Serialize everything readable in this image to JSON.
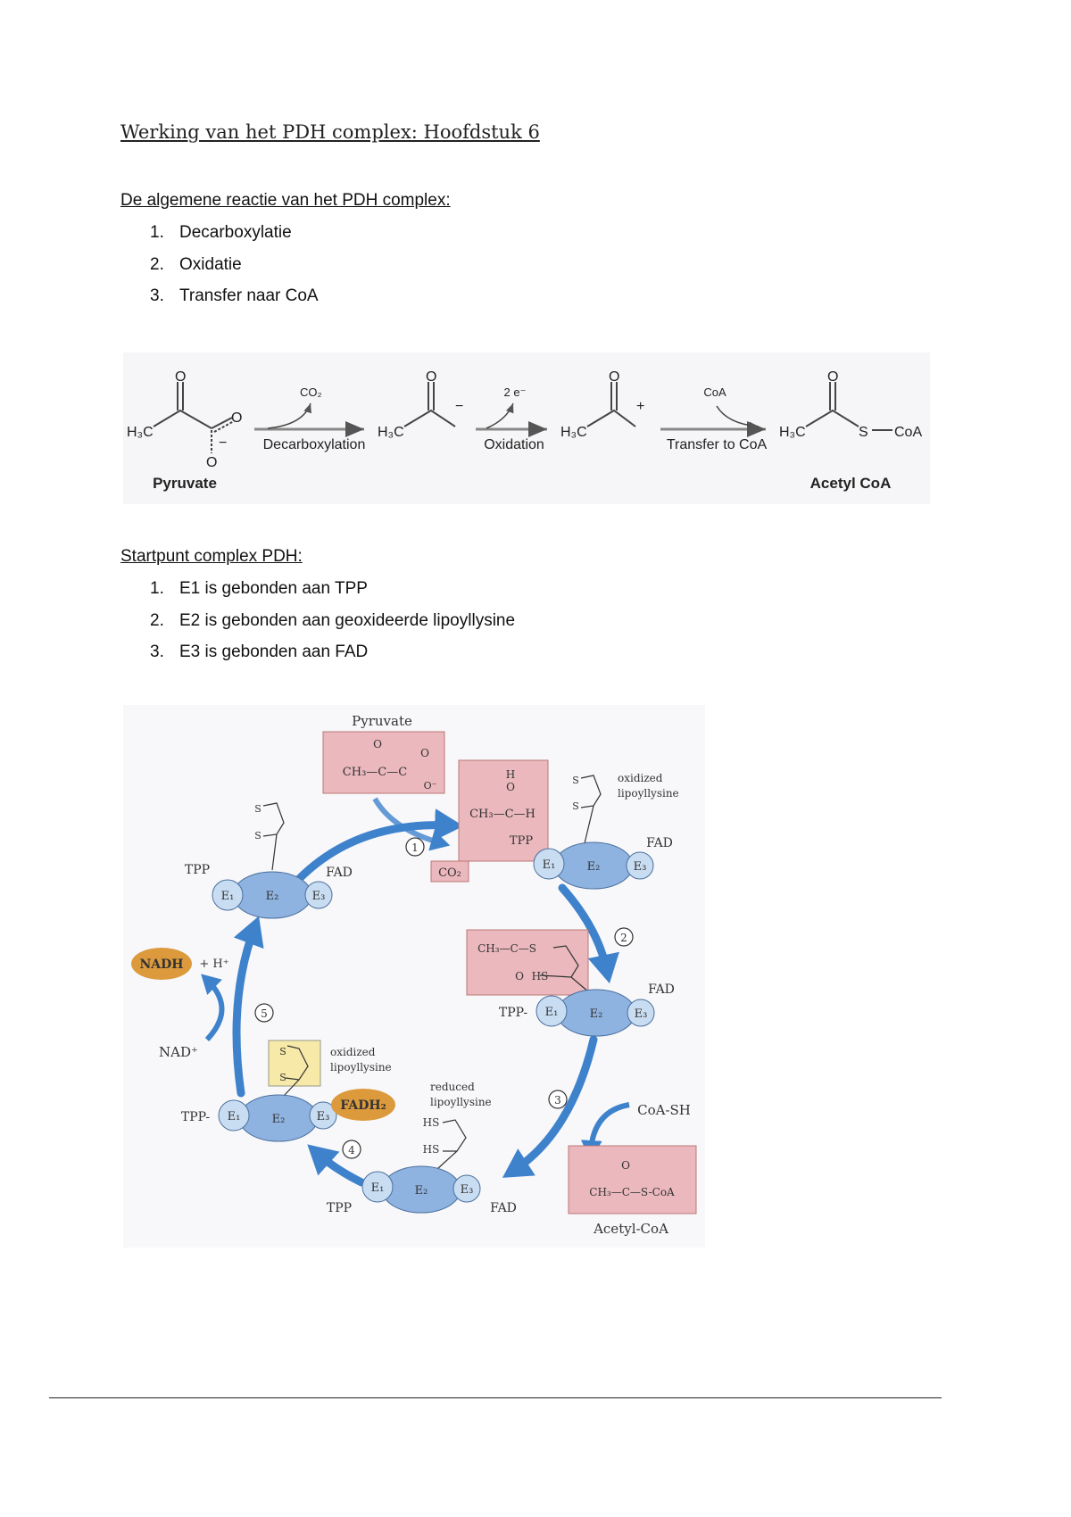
{
  "title": "Werking van het PDH complex: Hoofdstuk 6",
  "section1": {
    "heading": "De algemene reactie van het PDH complex:",
    "items": [
      {
        "num": "1.",
        "text": "Decarboxylatie"
      },
      {
        "num": "2.",
        "text": "Oxidatie"
      },
      {
        "num": "3.",
        "text": "Transfer naar CoA"
      }
    ]
  },
  "reaction": {
    "h3c": "H₃C",
    "o": "O",
    "minus": "−",
    "plus": "+",
    "s": "S",
    "coa_end": "CoA",
    "co2": "CO₂",
    "electrons": "2 e⁻",
    "coa": "CoA",
    "step1": "Decarboxylation",
    "step2": "Oxidation",
    "step3": "Transfer to CoA",
    "pyruvate": "Pyruvate",
    "acetyl_coa": "Acetyl CoA"
  },
  "section2": {
    "heading": "Startpunt complex PDH:",
    "items": [
      {
        "num": "1.",
        "text": "E1 is gebonden aan TPP"
      },
      {
        "num": "2.",
        "text": "E2 is gebonden aan geoxideerde lipoyllysine"
      },
      {
        "num": "3.",
        "text": "E3 is gebonden aan FAD"
      }
    ]
  },
  "cycle": {
    "pyruvate": "Pyruvate",
    "pyruvate_formula": "CH₃—C—C",
    "o": "O",
    "o_minus": "O⁻",
    "h": "H",
    "ch3_c_h": "CH₃—C—H",
    "tpp": "TPP",
    "tpp_dash": "TPP-",
    "co2": "CO₂",
    "fad": "FAD",
    "e1": "E₁",
    "e2": "E₂",
    "e3": "E₃",
    "s": "S",
    "hs": "HS",
    "oxidized": "oxidized",
    "lipoyllysine": "lipoyllysine",
    "reduced": "reduced",
    "acetyl_lipo_formula": "CH₃—C—S",
    "nadh": "NADH",
    "h_plus": "+ H⁺",
    "nad_plus": "NAD⁺",
    "fadh2": "FADH₂",
    "coa_sh": "CoA-SH",
    "acetyl_formula": "CH₃—C—S-CoA",
    "acetyl_coa": "Acetyl-CoA",
    "steps": [
      "1",
      "2",
      "3",
      "4",
      "5"
    ],
    "colors": {
      "arrow": "#3f82cc",
      "enzyme_e2": "#8fb3e0",
      "enzyme_e1e3": "#c9ddf2",
      "pink_box": "#eab8bd",
      "yellow_box": "#f7e9a8",
      "orange": "#dc9a3c"
    }
  }
}
